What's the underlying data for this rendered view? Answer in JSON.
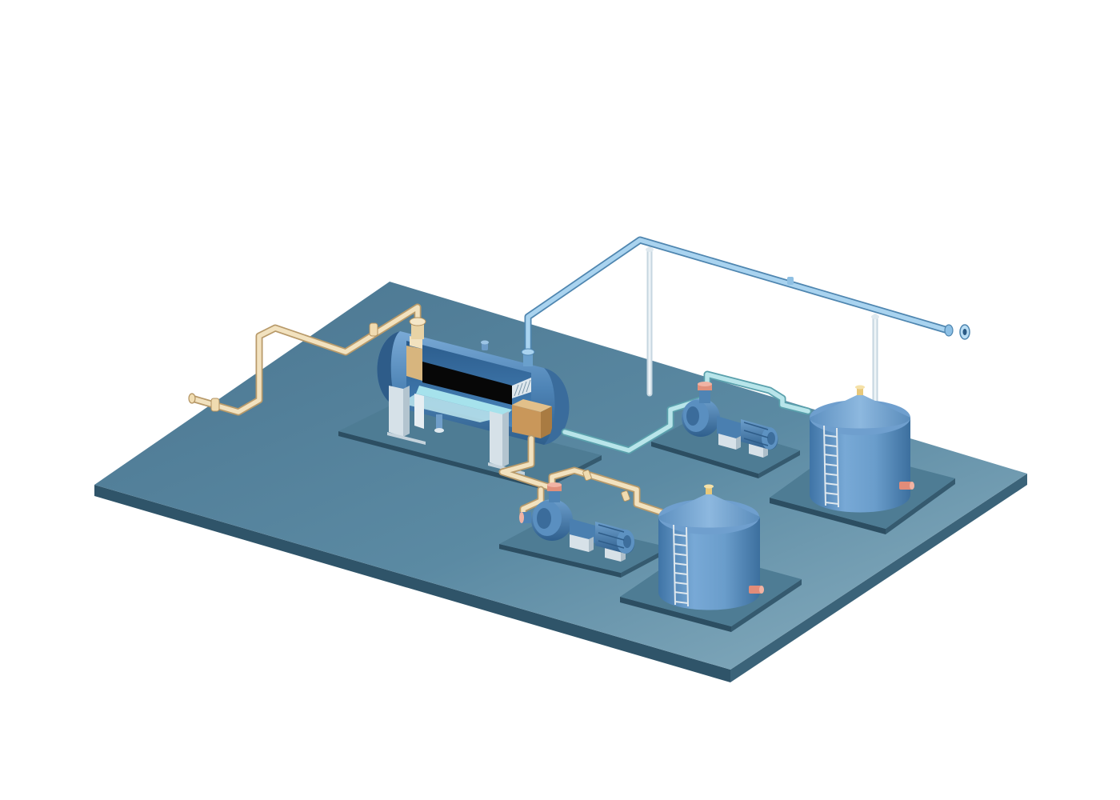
{
  "scene": {
    "kind": "isometric-process-plant-render",
    "colors": {
      "background": "#ffffff",
      "platform_top": "#5a89a3",
      "platform_side": "#33596f",
      "pad_top": "#4f7d95",
      "pad_side": "#2a4c60",
      "vessel_blue": "#5f93c2",
      "vessel_dark": "#2c5a86",
      "oil_pipe": "#ead6ae",
      "water_pipe": "#9fd3db",
      "gas_pipe": "#9cc9e8",
      "support_white": "#e6edf1",
      "internal_black": "#0a0a0a",
      "internal_water": "#a8e3ec",
      "baffle_tan": "#c59a58",
      "valve_red": "#d9826f"
    },
    "components": [
      {
        "id": "three-phase-separator",
        "icon": "cutaway-horizontal-vessel"
      },
      {
        "id": "pump-front",
        "icon": "centrifugal-pump"
      },
      {
        "id": "pump-rear",
        "icon": "centrifugal-pump"
      },
      {
        "id": "storage-tank-front",
        "icon": "cone-roof-tank"
      },
      {
        "id": "storage-tank-rear",
        "icon": "cone-roof-tank"
      }
    ]
  }
}
